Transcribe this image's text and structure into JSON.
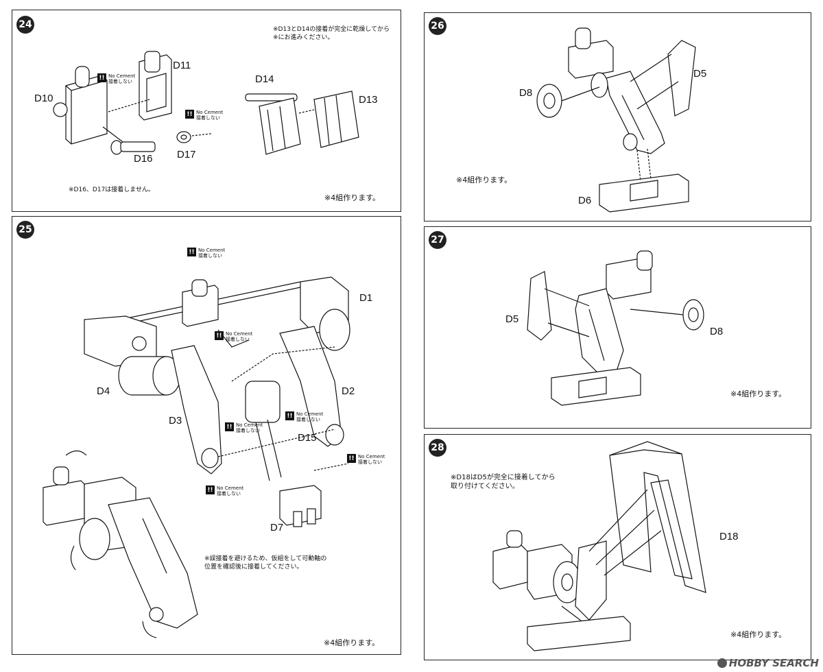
{
  "steps": {
    "s24": {
      "num": "24",
      "labels": {
        "d10": "D10",
        "d11": "D11",
        "d13": "D13",
        "d14": "D14",
        "d16": "D16",
        "d17": "D17"
      },
      "note_top": "※D13とD14の接着が完全に乾燥してから\n※にお進みください。",
      "note_bottom": "※D16、D17は接着しません。",
      "make4": "※4組作ります。",
      "no_cement": [
        "No Cement\n接着しない",
        "No Cement\n接着しない"
      ]
    },
    "s25": {
      "num": "25",
      "labels": {
        "d1": "D1",
        "d2": "D2",
        "d3": "D3",
        "d4": "D4",
        "d7": "D7",
        "d15": "D15"
      },
      "note_mid": "※誤接着を避けるため、仮組をして可動軸の\n位置を確認後に接着してください。",
      "make4": "※4組作ります。",
      "no_cement": [
        "No Cement\n接着しない",
        "No Cement\n接着しない",
        "No Cement\n接着しない",
        "No Cement\n接着しない",
        "No Cement\n接着しない",
        "No Cement\n接着しない"
      ]
    },
    "s26": {
      "num": "26",
      "labels": {
        "d5": "D5",
        "d6": "D6",
        "d8": "D8"
      },
      "make4": "※4組作ります。"
    },
    "s27": {
      "num": "27",
      "labels": {
        "d5": "D5",
        "d8": "D8"
      },
      "make4": "※4組作ります。"
    },
    "s28": {
      "num": "28",
      "labels": {
        "d18": "D18"
      },
      "note": "※D18はD5が完全に接着してから\n取り付けてください。",
      "make4": "※4組作ります。"
    }
  },
  "watermark": "HOBBY SEARCH"
}
